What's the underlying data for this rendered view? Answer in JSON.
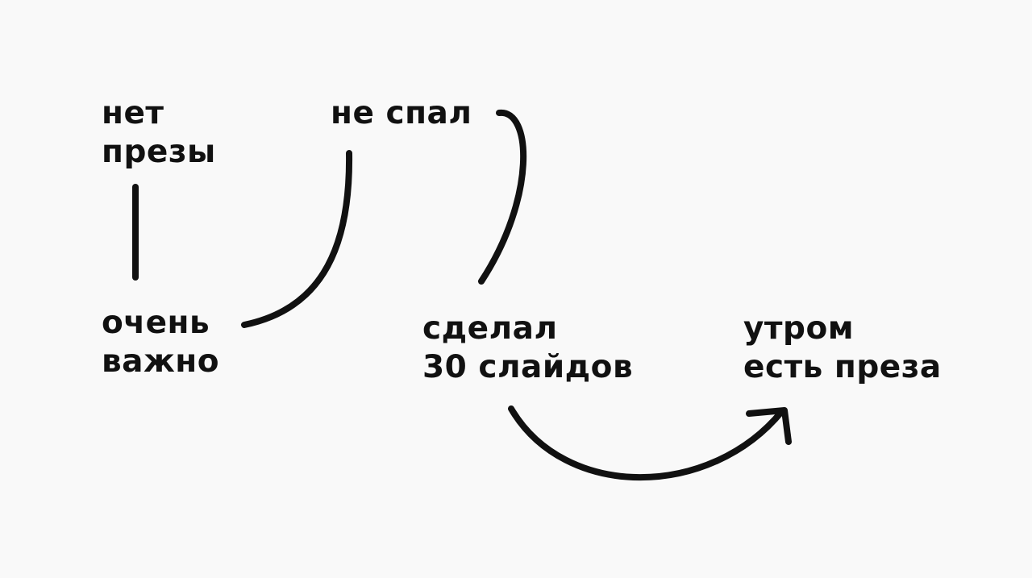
{
  "nodes": {
    "no_deck": {
      "lines": [
        "нет",
        "презы"
      ]
    },
    "important": {
      "lines": [
        "очень",
        "важно"
      ]
    },
    "no_sleep": {
      "lines": [
        "не спал"
      ]
    },
    "did": {
      "lines": [
        "сделал",
        "30 слайдов"
      ]
    },
    "morning": {
      "lines": [
        "утром",
        "есть преза"
      ]
    }
  },
  "colors": {
    "background": "#f9f9f9",
    "ink": "#111111"
  }
}
